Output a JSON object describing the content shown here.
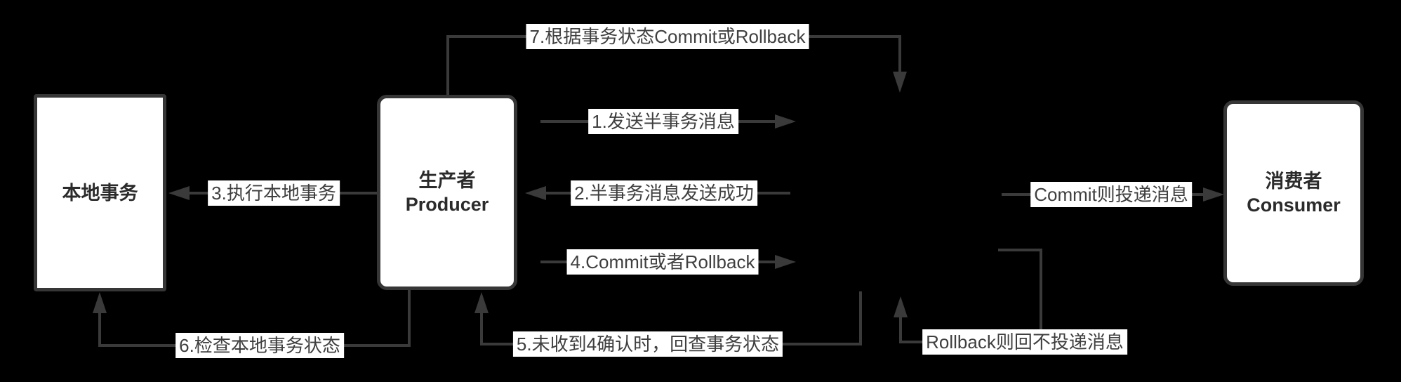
{
  "diagram": {
    "background_color": "#000000",
    "line_color": "#3a3a3a",
    "box_fill_color": "#ffffff",
    "box_border_color": "#363636",
    "box_text_color": "#2b2b2b",
    "edge_label_text_color": "#3f3f3f",
    "edge_label_bg_color": "#ffffff"
  },
  "nodes": {
    "local_transaction": {
      "title": "本地事务"
    },
    "producer": {
      "title": "生产者",
      "subtitle": "Producer"
    },
    "consumer": {
      "title": "消费者",
      "subtitle": "Consumer"
    }
  },
  "edges": {
    "step7": {
      "label": "7.根据事务状态Commit或Rollback"
    },
    "step1": {
      "label": "1.发送半事务消息"
    },
    "step2": {
      "label": "2.半事务消息发送成功"
    },
    "step3": {
      "label": "3.执行本地事务"
    },
    "step4": {
      "label": "4.Commit或者Rollback"
    },
    "step5": {
      "label": "5.未收到4确认时，回查事务状态"
    },
    "step6": {
      "label": "6.检查本地事务状态"
    },
    "commit_deliver": {
      "label": "Commit则投递消息"
    },
    "rollback_no_deliver": {
      "label": "Rollback则回不投递消息"
    }
  }
}
